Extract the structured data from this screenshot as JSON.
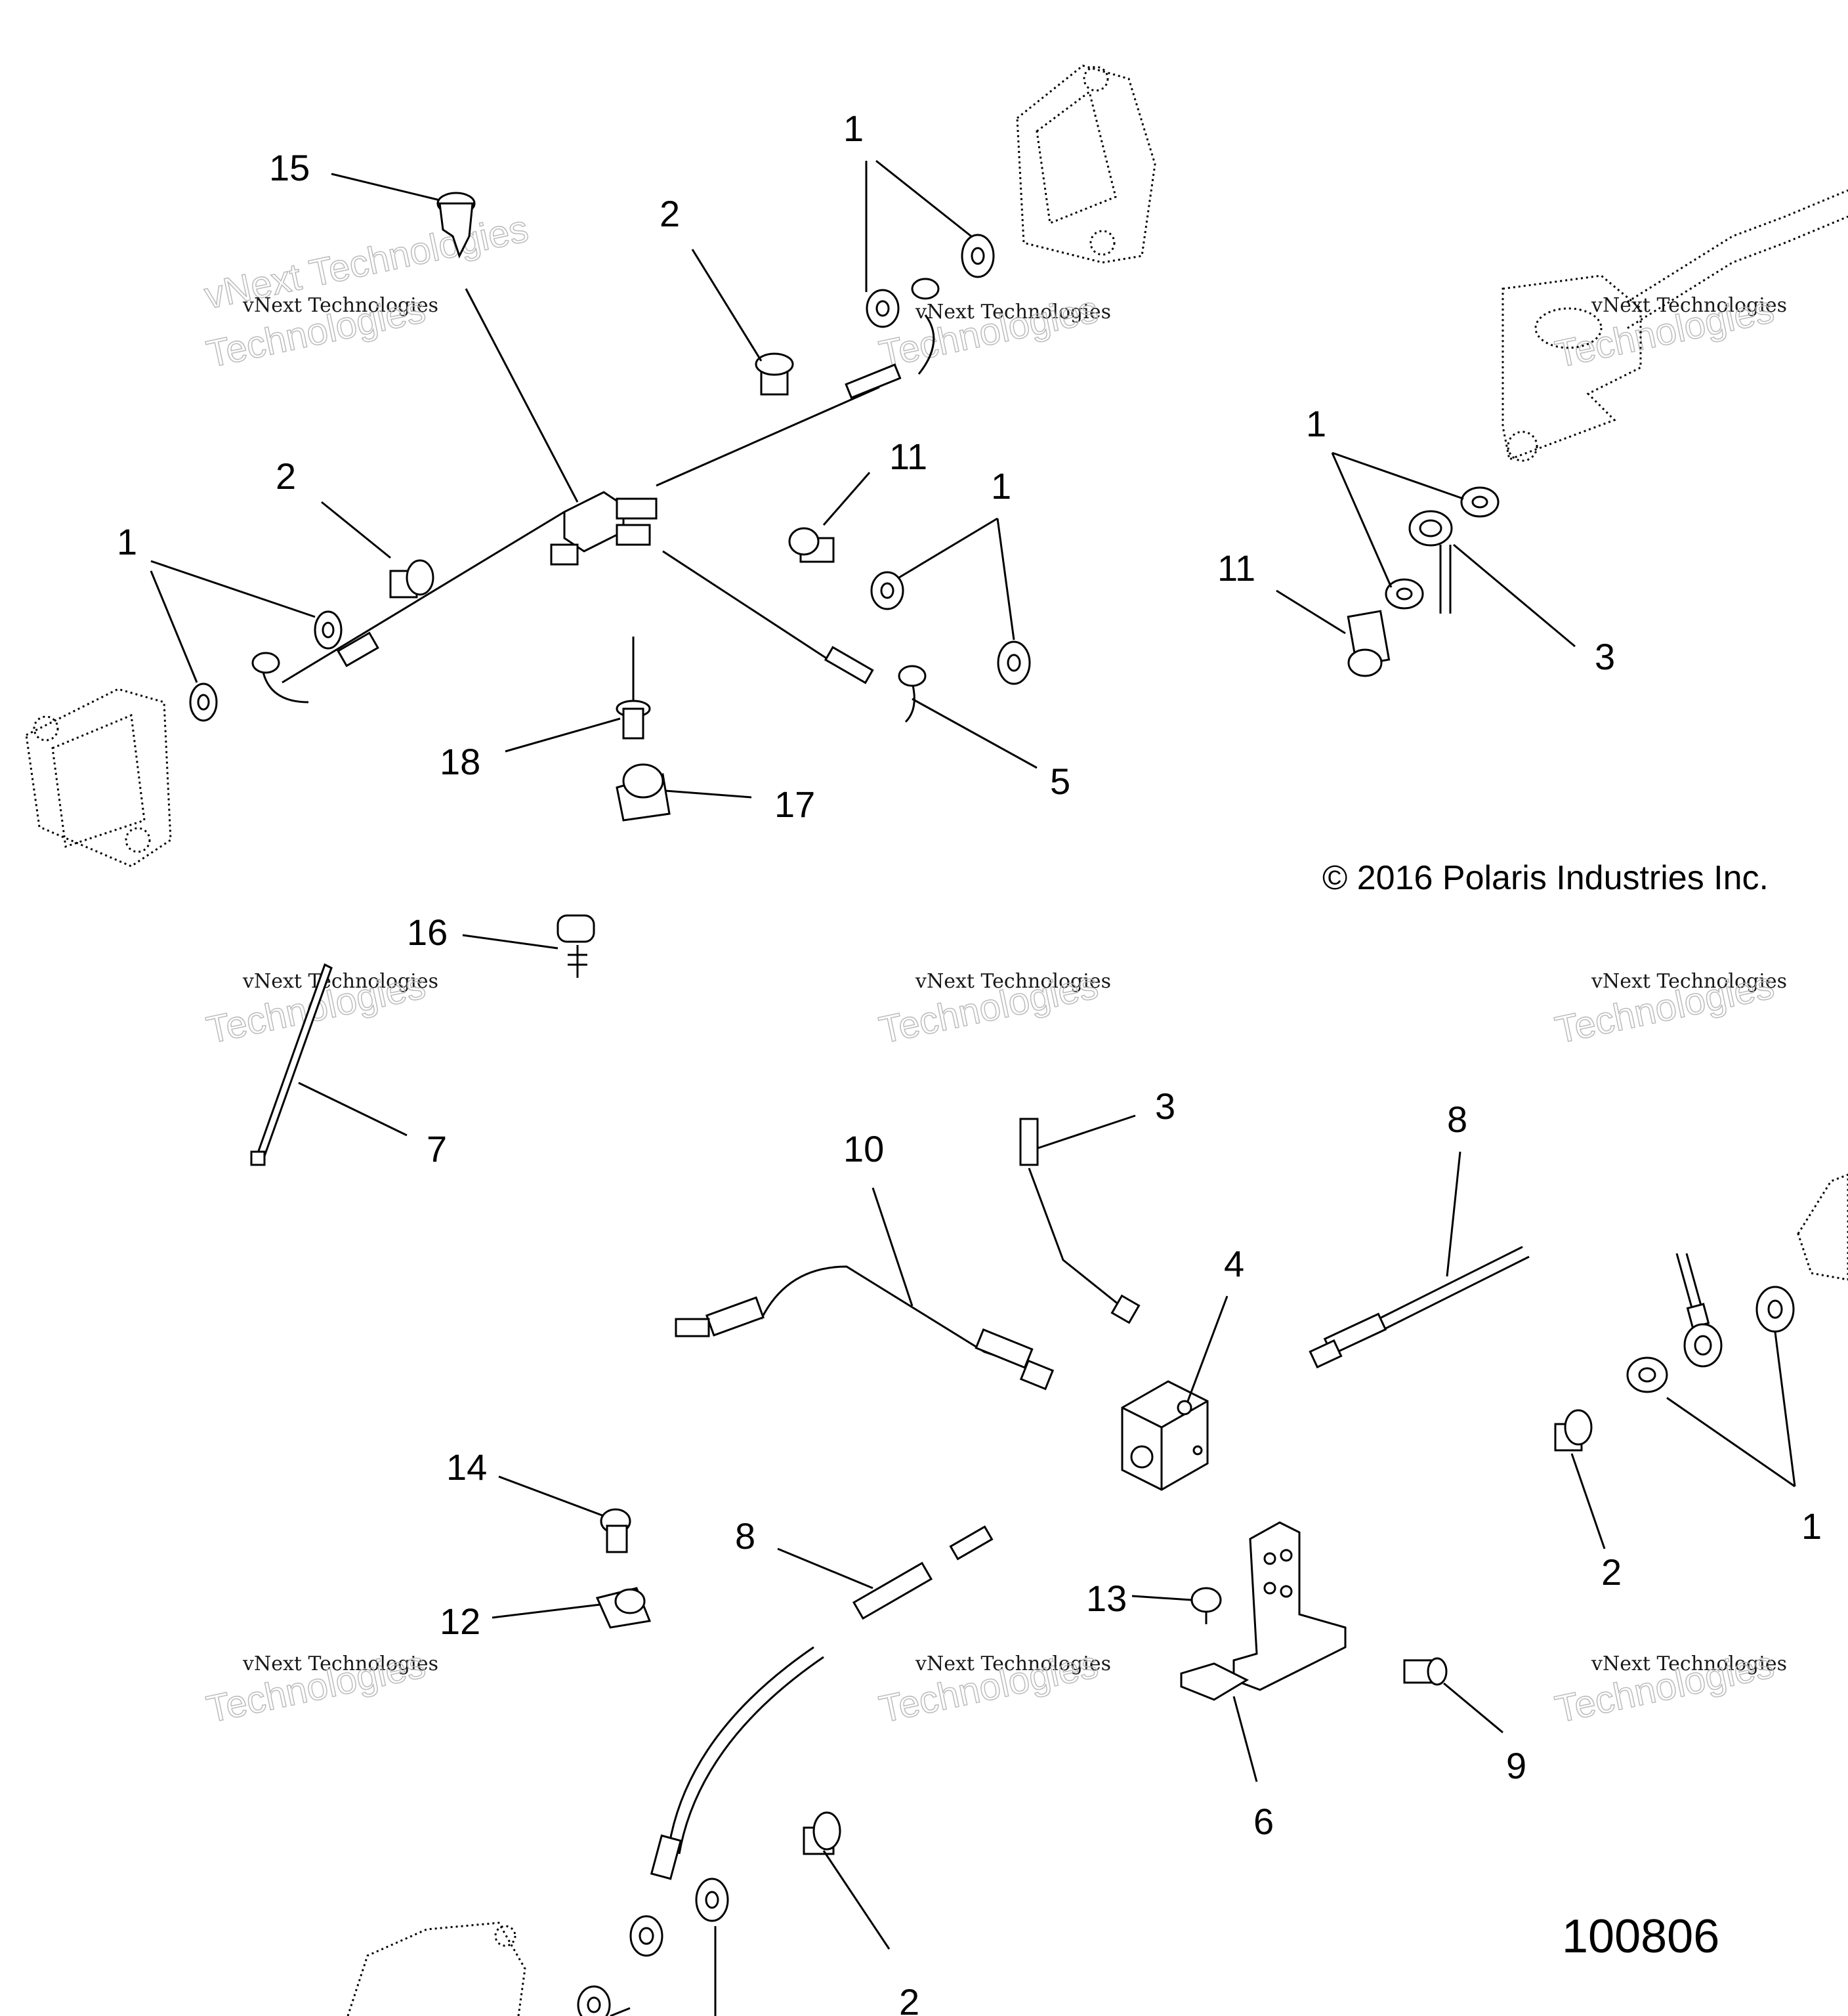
{
  "copyright": "© 2016 Polaris Industries Inc.",
  "diagram_number": "100806",
  "watermark": {
    "line1": "vNext Technologies",
    "line2": "vNext\nTechnologies"
  },
  "callouts": {
    "c1_a": "1",
    "c1_b": "1",
    "c1_c": "1",
    "c1_d": "1",
    "c1_e": "1",
    "c2_a": "2",
    "c2_b": "2",
    "c2_c": "2",
    "c2_d": "2",
    "c3_a": "3",
    "c3_b": "3",
    "c4": "4",
    "c5": "5",
    "c6": "6",
    "c7": "7",
    "c8_a": "8",
    "c8_b": "8",
    "c9": "9",
    "c10": "10",
    "c11_a": "11",
    "c11_b": "11",
    "c12": "12",
    "c13": "13",
    "c14": "14",
    "c15": "15",
    "c16": "16",
    "c17": "17",
    "c18": "18"
  }
}
